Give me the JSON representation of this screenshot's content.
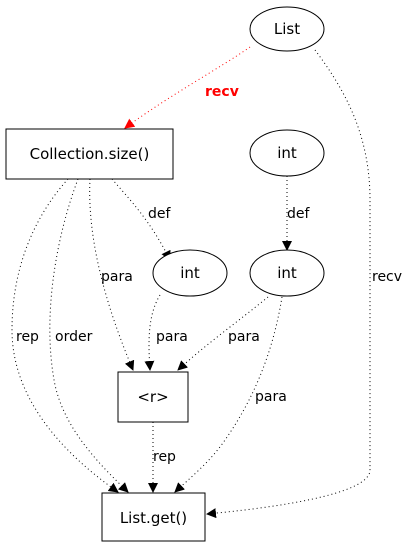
{
  "diagram": {
    "nodes": {
      "list": {
        "label": "List",
        "shape": "ellipse"
      },
      "collection_size": {
        "label": "Collection.size()",
        "shape": "box"
      },
      "int_top": {
        "label": "int",
        "shape": "ellipse"
      },
      "int_left": {
        "label": "int",
        "shape": "ellipse"
      },
      "int_right": {
        "label": "int",
        "shape": "ellipse"
      },
      "r": {
        "label": "<r>",
        "shape": "box"
      },
      "list_get": {
        "label": "List.get()",
        "shape": "box"
      }
    },
    "edges": [
      {
        "id": "list-to-collection-size",
        "from": "List",
        "to": "Collection.size()",
        "label": "recv",
        "color": "#ff0000"
      },
      {
        "id": "list-to-list-get",
        "from": "List",
        "to": "List.get()",
        "label": "recv",
        "color": "#000000"
      },
      {
        "id": "collection-size-to-int-left",
        "from": "Collection.size()",
        "to": "int",
        "label": "def",
        "color": "#000000"
      },
      {
        "id": "collection-size-to-r",
        "from": "Collection.size()",
        "to": "<r>",
        "label": "para",
        "color": "#000000"
      },
      {
        "id": "collection-size-to-list-get-rep",
        "from": "Collection.size()",
        "to": "List.get()",
        "label": "rep",
        "color": "#000000"
      },
      {
        "id": "collection-size-to-list-get-order",
        "from": "Collection.size()",
        "to": "List.get()",
        "label": "order",
        "color": "#000000"
      },
      {
        "id": "int-top-to-int-right",
        "from": "int",
        "to": "int",
        "label": "def",
        "color": "#000000"
      },
      {
        "id": "int-left-to-r",
        "from": "int",
        "to": "<r>",
        "label": "para",
        "color": "#000000"
      },
      {
        "id": "int-right-to-r",
        "from": "int",
        "to": "<r>",
        "label": "para",
        "color": "#000000"
      },
      {
        "id": "int-right-to-list-get",
        "from": "int",
        "to": "List.get()",
        "label": "para",
        "color": "#000000"
      },
      {
        "id": "r-to-list-get",
        "from": "<r>",
        "to": "List.get()",
        "label": "rep",
        "color": "#000000"
      }
    ]
  }
}
